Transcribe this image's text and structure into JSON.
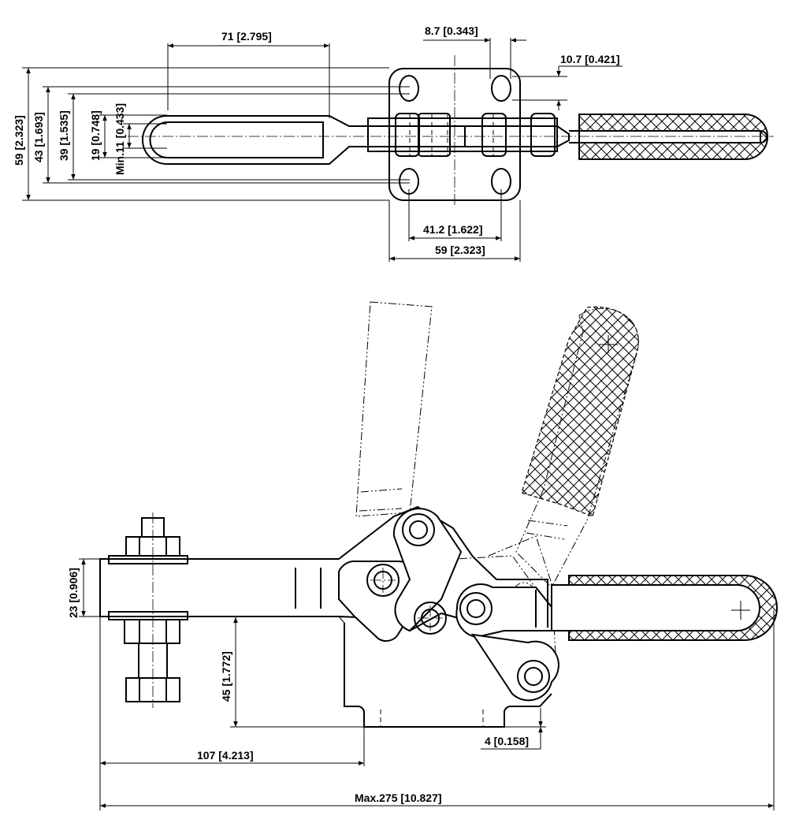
{
  "labels": {
    "top_view": {
      "d71": "71 [2.795]",
      "d8_7": "8.7 [0.343]",
      "d10_7": "10.7 [0.421]",
      "d59_height": "59 [2.323]",
      "d43": "43 [1.693]",
      "d39": "39 [1.535]",
      "d19": "19 [0.748]",
      "dmin11": "Min.11 [0.433]",
      "d41_2": "41.2 [1.622]",
      "d59_width": "59 [2.323]"
    },
    "side_view": {
      "d23": "23 [0.906]",
      "d45": "45 [1.772]",
      "d4": "4 [0.158]",
      "d107": "107 [4.213]",
      "dmax275": "Max.275 [10.827]"
    }
  },
  "colors": {
    "line": "#000000",
    "background": "#ffffff"
  }
}
